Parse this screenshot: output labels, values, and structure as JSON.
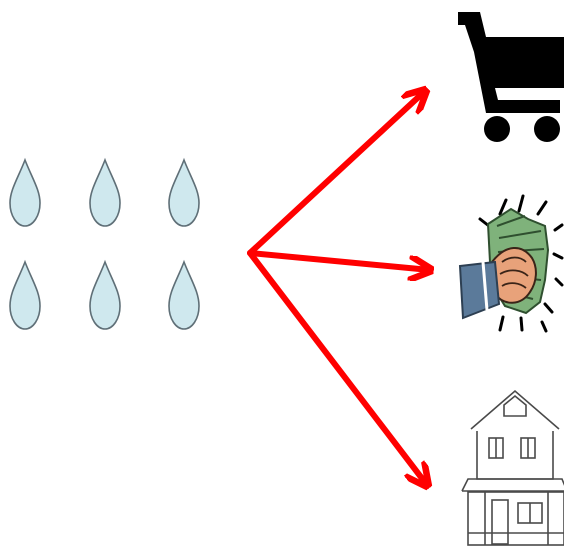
{
  "diagram": {
    "sources": {
      "count": 6,
      "icon": "water-drop-icon",
      "fill_color": "#CFE8EE",
      "stroke_color": "#5F6F77"
    },
    "arrows": {
      "color": "#FF0000",
      "count": 3,
      "targets": [
        "shopping-cart",
        "money",
        "house"
      ]
    },
    "targets": [
      {
        "name": "shopping-cart",
        "icon": "shopping-cart-icon"
      },
      {
        "name": "money",
        "icon": "cash-in-hand-icon"
      },
      {
        "name": "house",
        "icon": "house-icon"
      }
    ]
  }
}
